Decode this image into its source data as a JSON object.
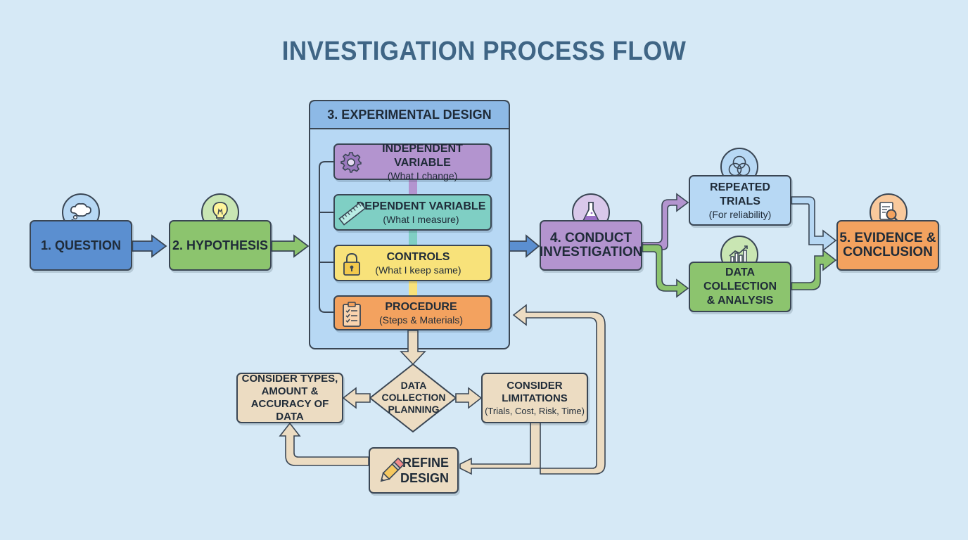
{
  "title": "INVESTIGATION PROCESS FLOW",
  "colors": {
    "background": "#d6e9f6",
    "blue": "#5b8fd0",
    "green": "#8cc46e",
    "purple": "#b394cf",
    "teal": "#7fcfc4",
    "yellow": "#f8e27a",
    "orange": "#f3a25f",
    "tan": "#ecdcc2",
    "light_blue": "#b7d8f4"
  },
  "steps": {
    "question": {
      "label": "1. QUESTION",
      "icon": "thought-bubble-icon"
    },
    "hypothesis": {
      "label": "2. HYPOTHESIS",
      "icon": "lightbulb-icon"
    },
    "design": {
      "label": "3. EXPERIMENTAL DESIGN",
      "items": [
        {
          "label": "INDEPENDENT VARIABLE",
          "sub": "(What I change)",
          "icon": "gear-icon"
        },
        {
          "label": "DEPENDENT VARIABLE",
          "sub": "(What I measure)",
          "icon": "ruler-icon"
        },
        {
          "label": "CONTROLS",
          "sub": "(What I keep same)",
          "icon": "padlock-icon"
        },
        {
          "label": "PROCEDURE",
          "sub": "(Steps & Materials)",
          "icon": "clipboard-icon"
        }
      ]
    },
    "conduct": {
      "label_line1": "4. CONDUCT",
      "label_line2": "INVESTIGATION",
      "icon": "flask-icon"
    },
    "repeated_trials": {
      "label": "REPEATED TRIALS",
      "sub": "(For reliability)",
      "icon": "venn-circles-icon"
    },
    "data_collection": {
      "label_line1": "DATA COLLECTION",
      "label_line2": "& ANALYSIS",
      "icon": "bar-chart-icon"
    },
    "evidence": {
      "label_line1": "5. EVIDENCE &",
      "label_line2": "CONCLUSION",
      "icon": "magnifier-document-icon"
    }
  },
  "planning": {
    "diamond": {
      "line1": "DATA",
      "line2": "COLLECTION",
      "line3": "PLANNING"
    },
    "types": {
      "line1": "CONSIDER TYPES,",
      "line2": "AMOUNT &",
      "line3": "ACCURACY OF DATA"
    },
    "limitations": {
      "line1": "CONSIDER",
      "line2": "LIMITATIONS",
      "sub": "(Trials, Cost, Risk, Time)"
    },
    "refine": {
      "line1": "REFINE",
      "line2": "DESIGN",
      "icon": "pencil-icon"
    }
  }
}
